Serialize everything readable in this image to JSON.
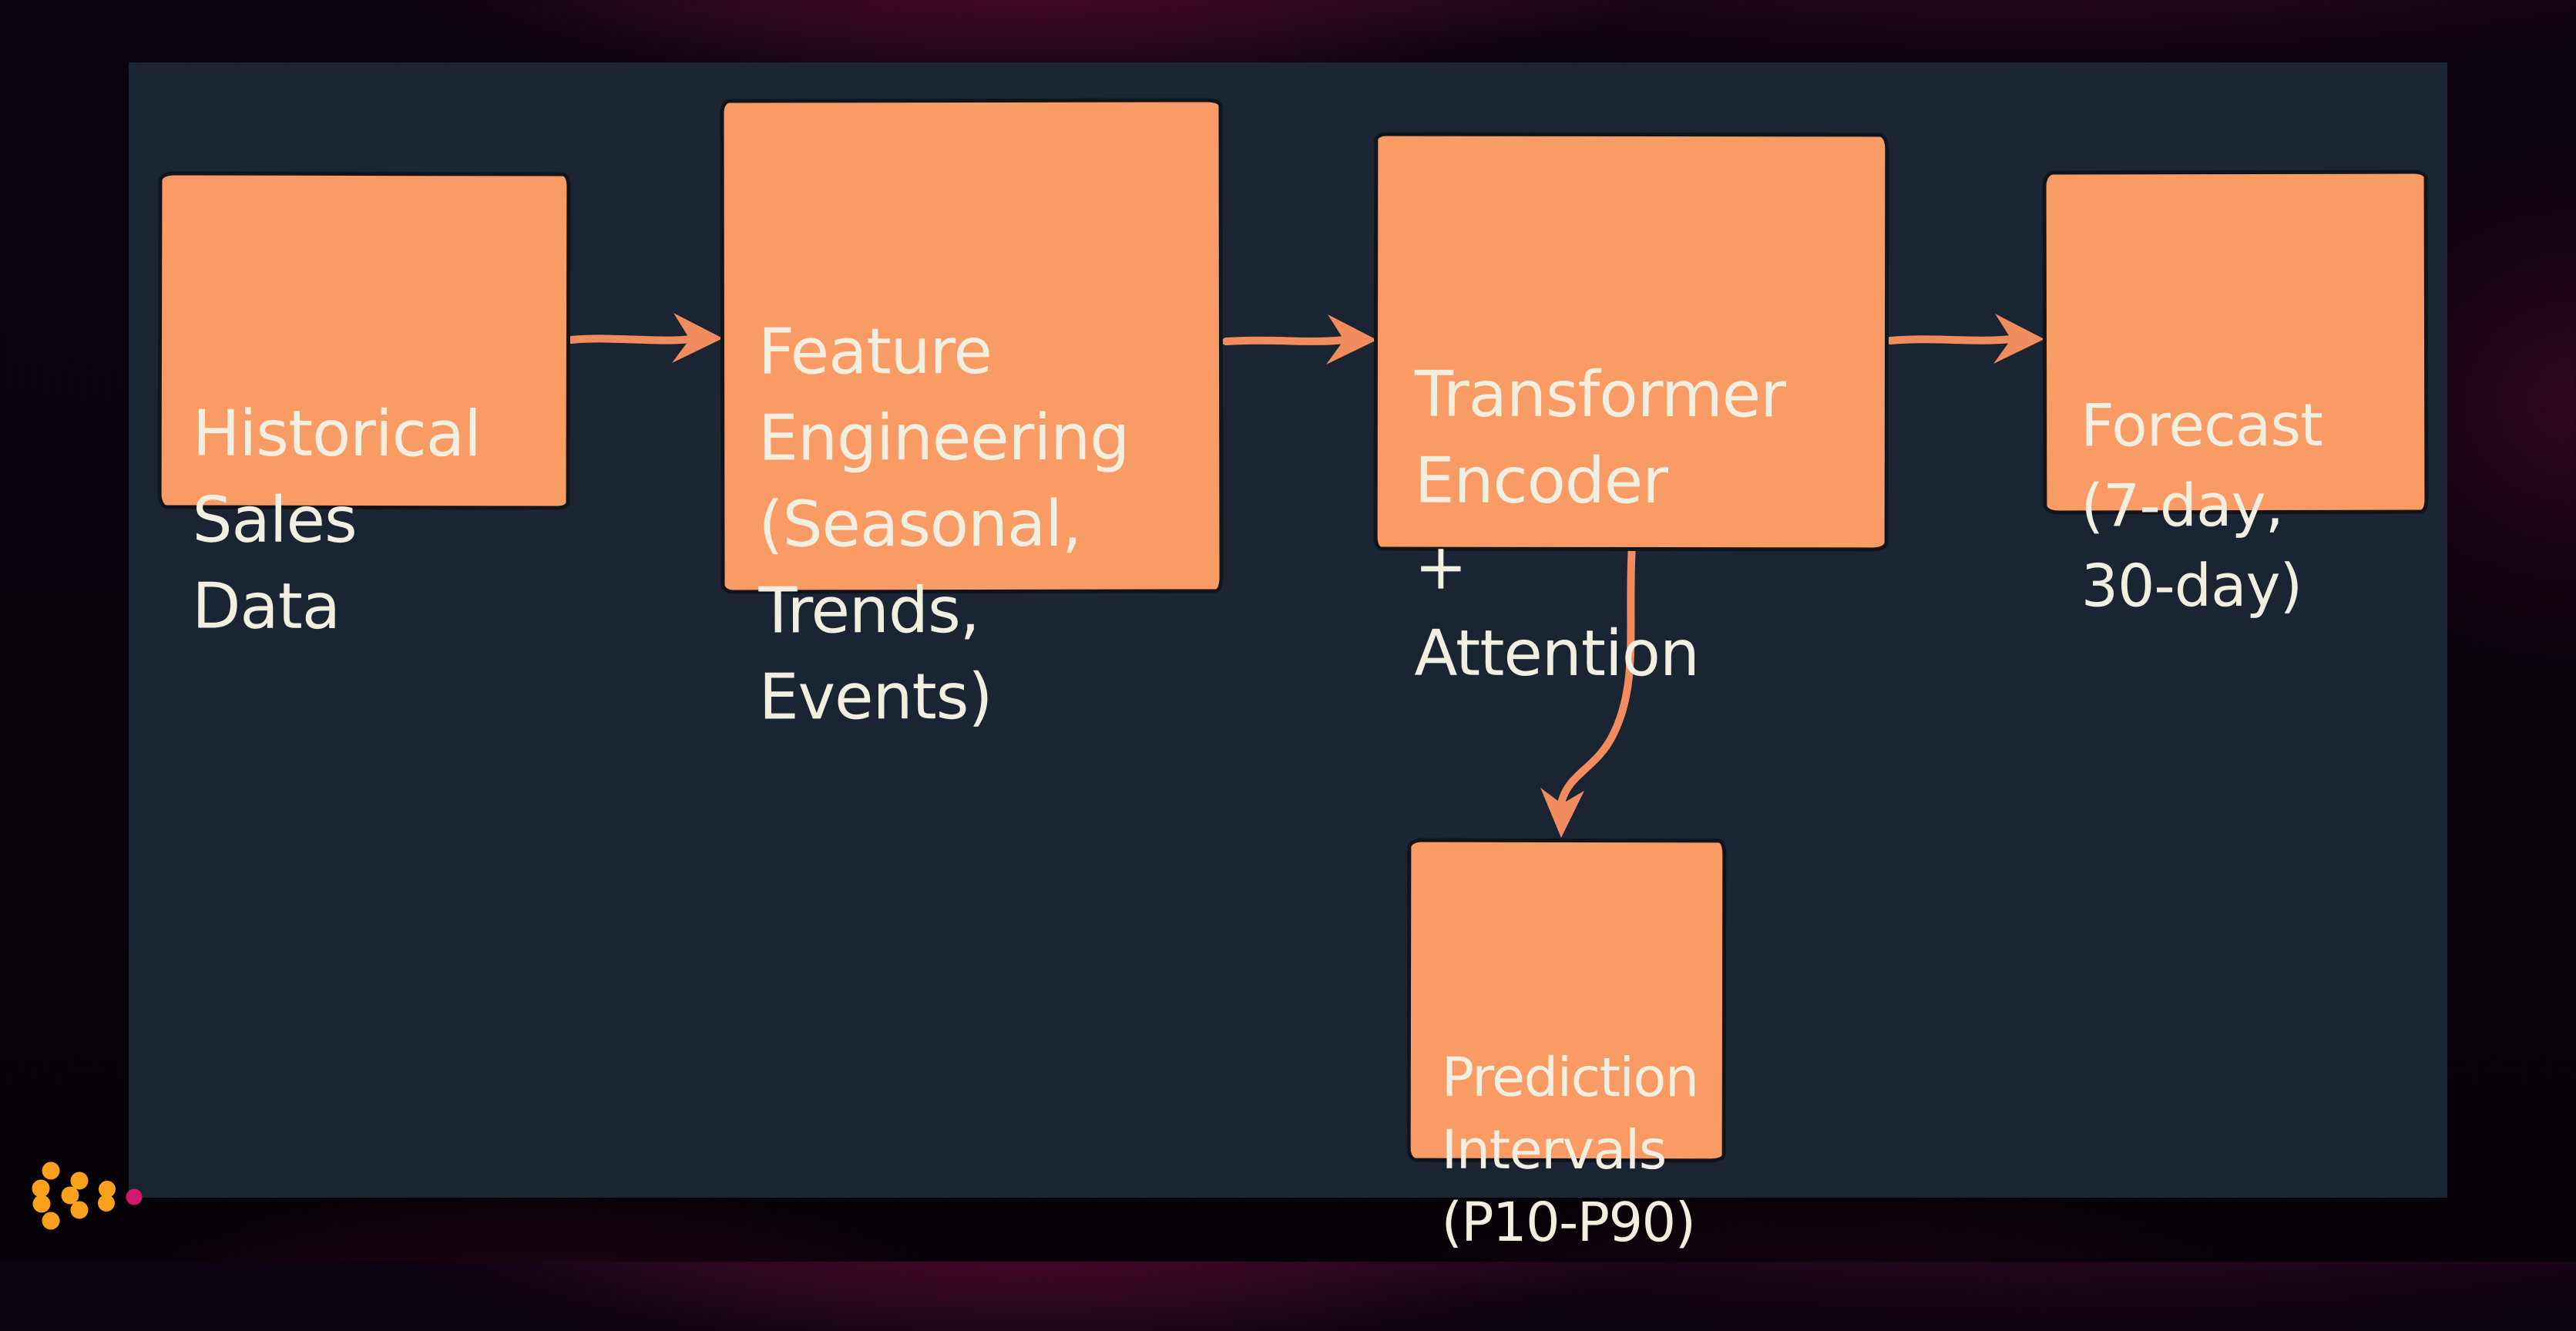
{
  "diagram": {
    "nodes": [
      {
        "id": "historical",
        "label": "Historical\nSales\nData"
      },
      {
        "id": "feature",
        "label": "Feature\nEngineering\n(Seasonal,\nTrends,\nEvents)"
      },
      {
        "id": "transformer",
        "label": "Transformer\nEncoder\n+\nAttention"
      },
      {
        "id": "forecast",
        "label": "Forecast\n(7-day,\n30-day)"
      },
      {
        "id": "intervals",
        "label": "Prediction\nIntervals\n(P10-P90)"
      }
    ],
    "edges": [
      {
        "from": "historical",
        "to": "feature"
      },
      {
        "from": "feature",
        "to": "transformer"
      },
      {
        "from": "transformer",
        "to": "forecast"
      },
      {
        "from": "transformer",
        "to": "intervals"
      }
    ]
  },
  "theme": {
    "panel_bg": "#1B2433",
    "node_fill": "#F99B64",
    "node_outline": "#10141D",
    "node_text": "#F2EFE1",
    "arrow": "#F18C5E",
    "logo_orange": "#F9A11C",
    "logo_pink": "#D2176E"
  }
}
